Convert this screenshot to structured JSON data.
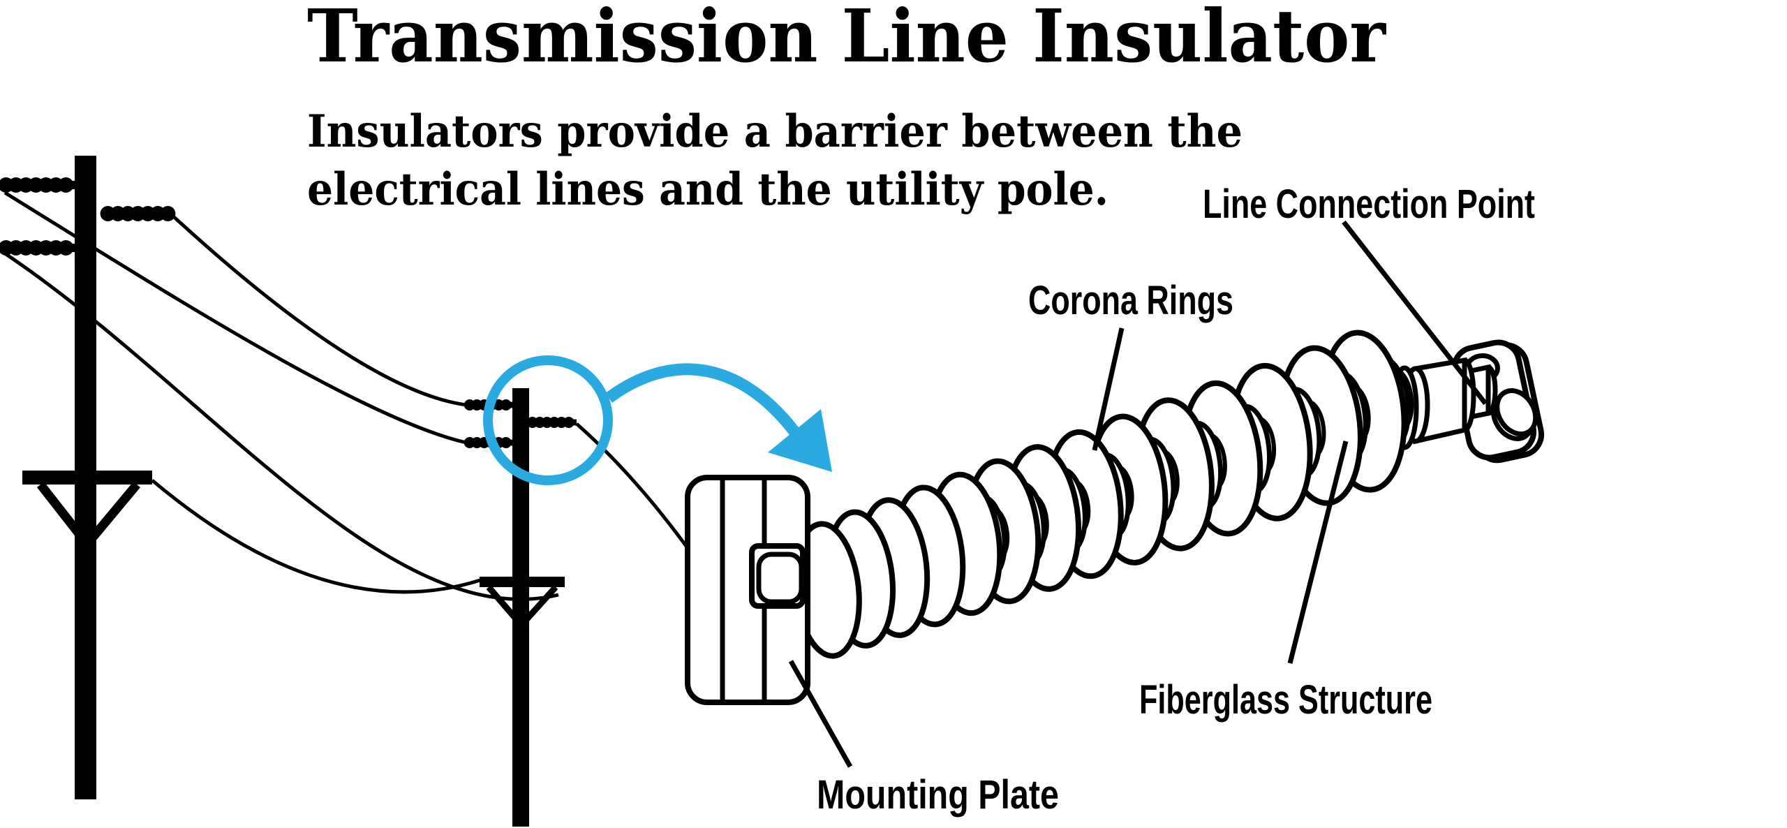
{
  "title": "Transmission Line Insulator",
  "subtitle": {
    "line1": "Insulators provide a barrier between the",
    "line2": "electrical lines and the utility pole."
  },
  "callouts": {
    "line_connection_point": "Line Connection Point",
    "corona_rings": "Corona Rings",
    "fiberglass_structure": "Fiberglass Structure",
    "mounting_plate": "Mounting Plate"
  },
  "colors": {
    "ink": "#000000",
    "background": "#FFFFFF",
    "highlight": "#29ABE2"
  }
}
